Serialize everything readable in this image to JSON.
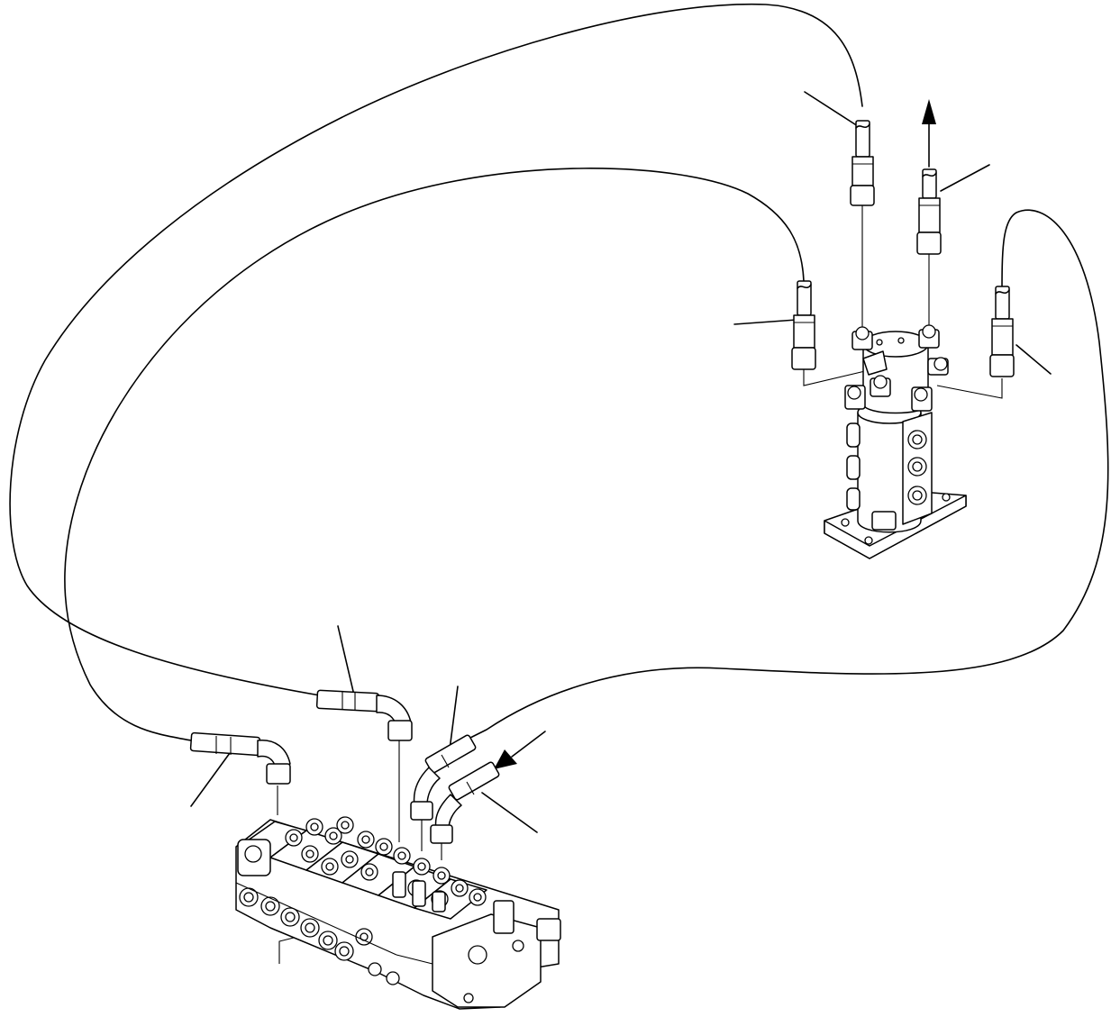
{
  "diagram": {
    "kind": "hydraulic-piping-exploded-view",
    "components": [
      {
        "id": "swivel-joint",
        "icon": "swivel-joint-drawing"
      },
      {
        "id": "control-valve",
        "icon": "control-valve-block-drawing"
      }
    ],
    "hoses": [
      {
        "id": "hose-a",
        "from": "control-valve",
        "to": "swivel-joint"
      },
      {
        "id": "hose-b",
        "from": "control-valve",
        "to": "swivel-joint"
      },
      {
        "id": "hose-c",
        "from": "control-valve",
        "to": "swivel-joint"
      },
      {
        "id": "hose-d",
        "from": "control-valve",
        "to": "swivel-joint"
      }
    ],
    "arrows": [
      {
        "id": "arrow-up",
        "direction": "up"
      },
      {
        "id": "arrow-in",
        "direction": "down-left"
      }
    ],
    "stroke_color": "#000000",
    "background_color": "#ffffff"
  }
}
